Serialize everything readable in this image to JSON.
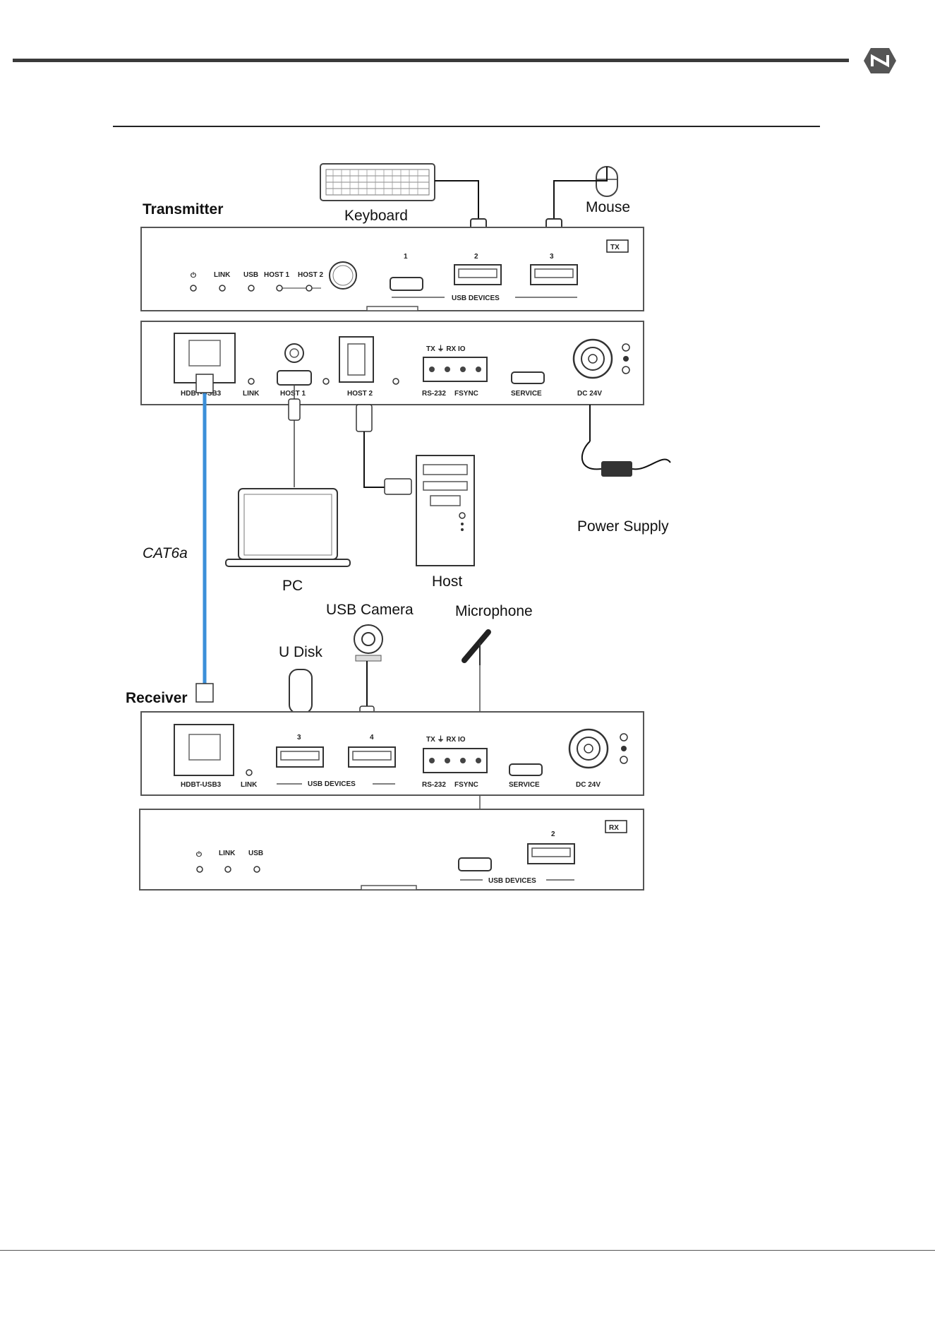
{
  "labels": {
    "transmitter": "Transmitter",
    "receiver": "Receiver",
    "keyboard": "Keyboard",
    "mouse": "Mouse",
    "pc": "PC",
    "host": "Host",
    "power_supply": "Power Supply",
    "cat6a": "CAT6a",
    "usb_camera": "USB Camera",
    "microphone": "Microphone",
    "u_disk": "U Disk"
  },
  "tx_front": {
    "badge": "TX",
    "leds": [
      "LINK",
      "USB",
      "HOST 1",
      "HOST 2"
    ],
    "ports": [
      "1",
      "2",
      "3"
    ],
    "usb_devices": "USB DEVICES"
  },
  "tx_rear": {
    "hdbt": "HDBT-USB3",
    "link": "LINK",
    "host1": "HOST 1",
    "host2": "HOST 2",
    "serial_pins": "TX  ⏚  RX  IO",
    "rs232": "RS-232",
    "fsync": "FSYNC",
    "service": "SERVICE",
    "dc": "DC 24V"
  },
  "rx_rear": {
    "hdbt": "HDBT-USB3",
    "link": "LINK",
    "ports": [
      "3",
      "4"
    ],
    "usb_devices": "USB DEVICES",
    "serial_pins": "TX  ⏚  RX  IO",
    "rs232": "RS-232",
    "fsync": "FSYNC",
    "service": "SERVICE",
    "dc": "DC 24V"
  },
  "rx_front": {
    "badge": "RX",
    "leds": [
      "LINK",
      "USB"
    ],
    "port": "2",
    "usb_devices": "USB DEVICES"
  },
  "colors": {
    "cable_cat6a": "#3b8fd9",
    "rule": "#3a3a3a"
  }
}
